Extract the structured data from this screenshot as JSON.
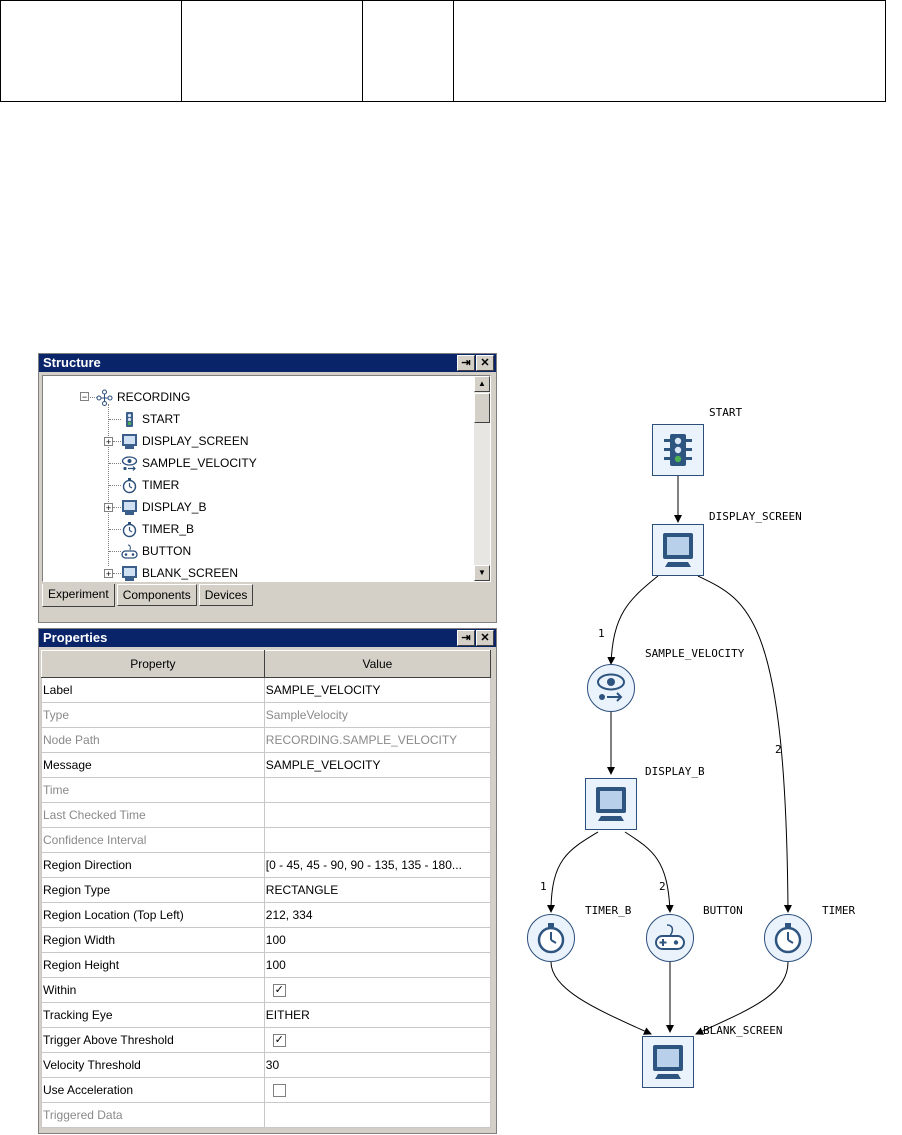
{
  "structure": {
    "title": "Structure",
    "tree": [
      {
        "label": "RECORDING",
        "icon": "recording-icon"
      },
      {
        "label": "START",
        "icon": "traffic-light-icon"
      },
      {
        "label": "DISPLAY_SCREEN",
        "icon": "monitor-icon"
      },
      {
        "label": "SAMPLE_VELOCITY",
        "icon": "eye-velocity-icon"
      },
      {
        "label": "TIMER",
        "icon": "stopwatch-icon"
      },
      {
        "label": "DISPLAY_B",
        "icon": "monitor-icon"
      },
      {
        "label": "TIMER_B",
        "icon": "stopwatch-icon"
      },
      {
        "label": "BUTTON",
        "icon": "gamepad-icon"
      },
      {
        "label": "BLANK_SCREEN",
        "icon": "monitor-icon"
      }
    ],
    "tabs": [
      "Experiment",
      "Components",
      "Devices"
    ],
    "pin_icon": "pin-icon",
    "close_icon": "close-icon"
  },
  "properties": {
    "title": "Properties",
    "header_property": "Property",
    "header_value": "Value",
    "rows": [
      {
        "name": "Label",
        "value": "SAMPLE_VELOCITY",
        "dim": false
      },
      {
        "name": "Type",
        "value": "SampleVelocity",
        "dim": true
      },
      {
        "name": "Node Path",
        "value": "RECORDING.SAMPLE_VELOCITY",
        "dim": true
      },
      {
        "name": "Message",
        "value": "SAMPLE_VELOCITY",
        "dim": false
      },
      {
        "name": "Time",
        "value": "",
        "dim": true
      },
      {
        "name": "Last Checked Time",
        "value": "",
        "dim": true
      },
      {
        "name": "Confidence Interval",
        "value": "",
        "dim": true
      },
      {
        "name": "Region Direction",
        "value": "[0 - 45, 45 - 90, 90 - 135, 135 - 180...",
        "dim": false
      },
      {
        "name": "Region Type",
        "value": "RECTANGLE",
        "dim": false
      },
      {
        "name": "Region Location (Top Left)",
        "value": "212, 334",
        "dim": false
      },
      {
        "name": "Region Width",
        "value": "100",
        "dim": false
      },
      {
        "name": "Region Height",
        "value": "100",
        "dim": false
      },
      {
        "name": "Within",
        "value": "",
        "checkbox": true,
        "checked": true,
        "dim": false
      },
      {
        "name": "Tracking Eye",
        "value": "EITHER",
        "dim": false
      },
      {
        "name": "Trigger Above Threshold",
        "value": "",
        "checkbox": true,
        "checked": true,
        "dim": false
      },
      {
        "name": "Velocity Threshold",
        "value": "30",
        "dim": false
      },
      {
        "name": "Use Acceleration",
        "value": "",
        "checkbox": true,
        "checked": false,
        "dim": false
      },
      {
        "name": "Triggered Data",
        "value": "",
        "dim": true
      }
    ]
  },
  "diagram": {
    "labels": {
      "start": "START",
      "display_screen": "DISPLAY_SCREEN",
      "sample_velocity": "SAMPLE_VELOCITY",
      "display_b": "DISPLAY_B",
      "timer_b": "TIMER_B",
      "button": "BUTTON",
      "timer": "TIMER",
      "blank_screen": "BLANK_SCREEN"
    },
    "edge_labels": {
      "ds_sv": "1",
      "ds_timer": "2",
      "db_timer_b": "1",
      "db_button": "2"
    }
  },
  "colors": {
    "titlebar": "#0a246a",
    "panel": "#d4d0c8",
    "node_border": "#2c4f7c",
    "node_fill": "#eaf2fb"
  }
}
